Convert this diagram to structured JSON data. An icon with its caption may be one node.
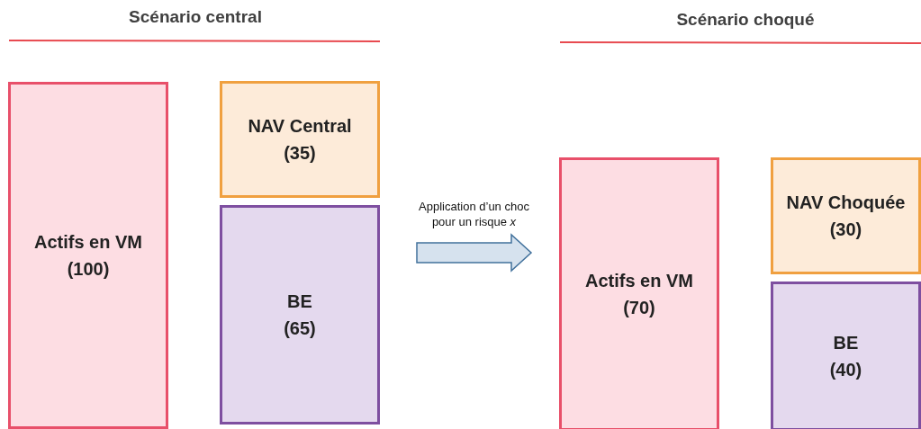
{
  "diagram": {
    "nodes": [
      {
        "text": [
          "Actifs en VM",
          "(100)"
        ]
      },
      {
        "text": [
          "NAV Central",
          "(35)"
        ]
      },
      {
        "text": [
          "BE",
          "(65)"
        ]
      },
      {
        "text": [
          "Actifs en VM",
          "(70)"
        ]
      },
      {
        "text": [
          "NAV Choquée",
          "(30)"
        ]
      },
      {
        "text": [
          "BE",
          "(40)"
        ]
      }
    ],
    "edges": [
      {
        "from": 2,
        "to": 3,
        "arrow": "to",
        "label": "Application d’un choc pour un risque *x*",
        "style": "thick"
      }
    ],
    "labels": [
      "Scénario central",
      "Scénario choqué"
    ]
  }
}
